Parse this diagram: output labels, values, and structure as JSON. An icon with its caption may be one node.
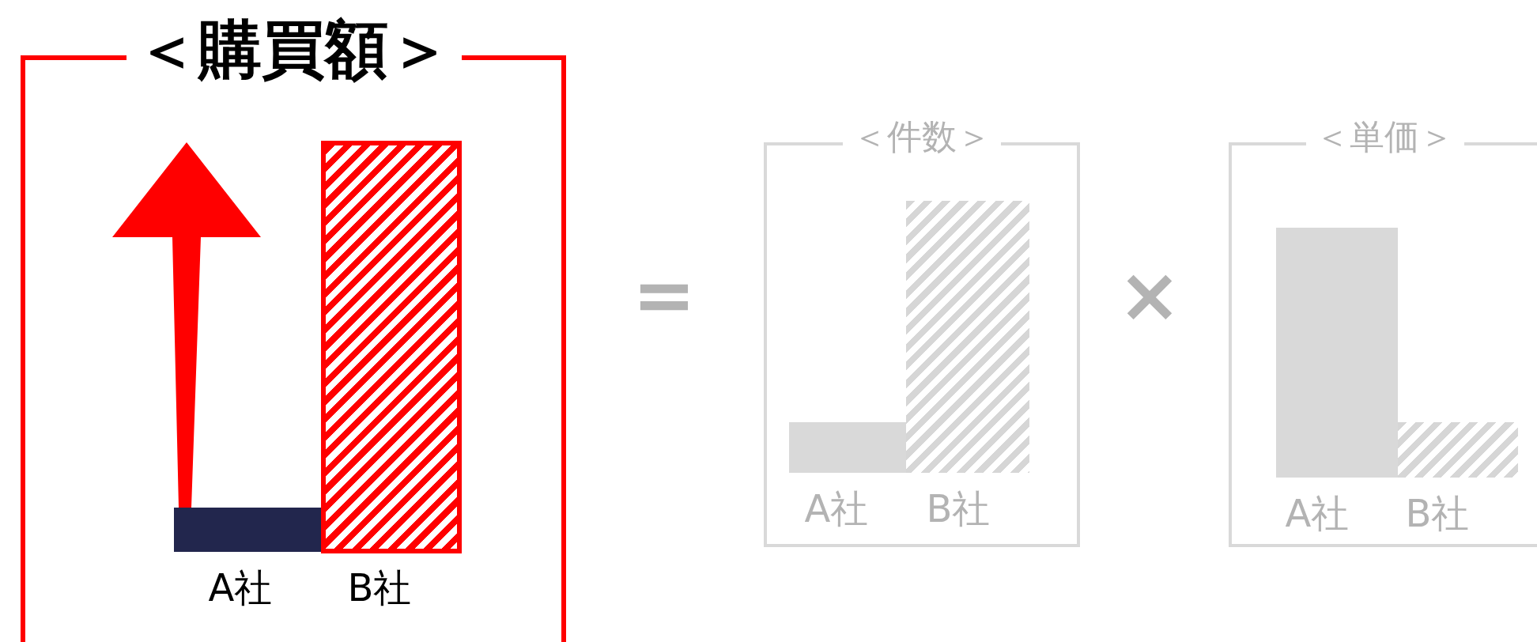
{
  "diagram": {
    "nodes": [
      {
        "text": [
          "＜購買額＞"
        ]
      },
      {
        "text": [
          "＜件数＞"
        ]
      },
      {
        "text": [
          "＜単価＞"
        ]
      },
      {
        "text": [],
        "shape": "bar",
        "in": 0
      },
      {
        "text": [],
        "shape": "bar",
        "in": 0
      },
      {
        "text": [],
        "shape": "bar",
        "in": 1
      },
      {
        "text": [],
        "shape": "bar",
        "in": 1
      },
      {
        "text": [],
        "shape": "bar",
        "in": 2
      },
      {
        "text": [],
        "shape": "bar",
        "in": 2
      }
    ],
    "labels": [
      "A社",
      "B社",
      "=",
      "A社",
      "B社",
      "×",
      "A社",
      "B社"
    ]
  }
}
